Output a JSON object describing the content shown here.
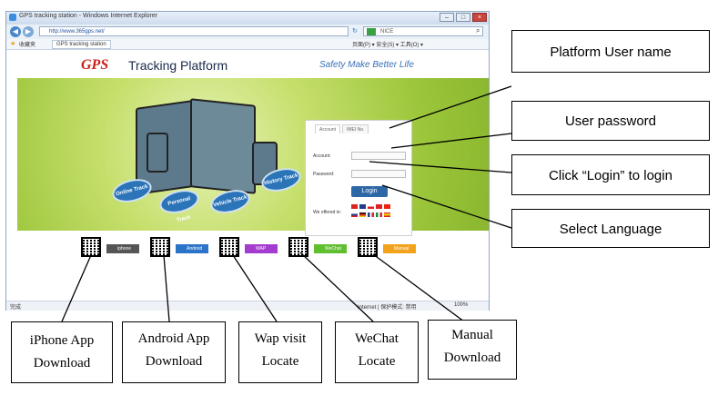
{
  "browser": {
    "window_title": "GPS tracking station - Windows Internet Explorer",
    "url": "http://www.365gps.net/",
    "search_placeholder": "NICE",
    "favorites_label": "收藏夹",
    "tab_label": "GPS tracking station",
    "tools_text": "页面(P) ▾ 安全(S) ▾ 工具(O) ▾",
    "status_left": "完成",
    "status_zone": "Internet | 保护模式: 禁用",
    "zoom": "100%"
  },
  "page": {
    "logo_text": "GPS",
    "platform_title": "Tracking Platform",
    "slogan": "Safety Make Better Life",
    "banner_badges": [
      "Online Track",
      "Personal Track",
      "Vehicle Track",
      "History Track"
    ],
    "login": {
      "tab_account": "Account",
      "tab_imei": "IMEI No.",
      "account_label": "Account:",
      "password_label": "Password:",
      "login_button": "Login",
      "language_label": "We offered in:"
    },
    "downloads": [
      {
        "label": "iphone",
        "color": "#555555"
      },
      {
        "label": "Android",
        "color": "#2b74c9"
      },
      {
        "label": "WAP",
        "color": "#a43ccf"
      },
      {
        "label": "WeChat",
        "color": "#5fbf2f"
      },
      {
        "label": "Manual",
        "color": "#f3a21c"
      }
    ]
  },
  "callouts": {
    "username": "Platform User name",
    "password": "User password",
    "login": "Click “Login” to login",
    "language": "Select Language",
    "iphone": [
      "iPhone App",
      "Download"
    ],
    "android": [
      "Android App",
      "Download"
    ],
    "wap": [
      "Wap visit",
      "Locate"
    ],
    "wechat": [
      "WeChat",
      "Locate"
    ],
    "manual": [
      "Manual",
      "Download"
    ]
  }
}
